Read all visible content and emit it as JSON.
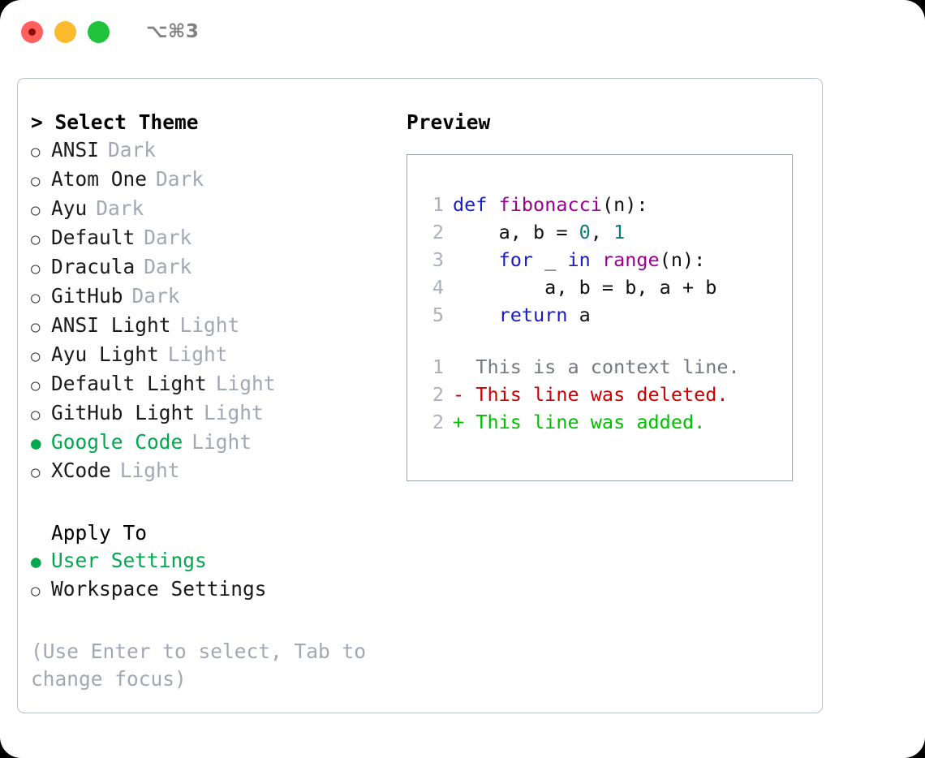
{
  "titlebar": {
    "shortcut": "⌥⌘3",
    "buttons": {
      "close": "close",
      "minimize": "minimize",
      "maximize": "maximize"
    }
  },
  "theme_section": {
    "header": "> Select Theme",
    "options": [
      {
        "marker": "○",
        "label": "ANSI",
        "variant": "Dark",
        "selected": false
      },
      {
        "marker": "○",
        "label": "Atom One",
        "variant": "Dark",
        "selected": false
      },
      {
        "marker": "○",
        "label": "Ayu",
        "variant": "Dark",
        "selected": false
      },
      {
        "marker": "○",
        "label": "Default",
        "variant": "Dark",
        "selected": false
      },
      {
        "marker": "○",
        "label": "Dracula",
        "variant": "Dark",
        "selected": false
      },
      {
        "marker": "○",
        "label": "GitHub",
        "variant": "Dark",
        "selected": false
      },
      {
        "marker": "○",
        "label": "ANSI Light",
        "variant": "Light",
        "selected": false
      },
      {
        "marker": "○",
        "label": "Ayu Light",
        "variant": "Light",
        "selected": false
      },
      {
        "marker": "○",
        "label": "Default Light",
        "variant": "Light",
        "selected": false
      },
      {
        "marker": "○",
        "label": "GitHub Light",
        "variant": "Light",
        "selected": false
      },
      {
        "marker": "●",
        "label": "Google Code",
        "variant": "Light",
        "selected": true
      },
      {
        "marker": "○",
        "label": "XCode",
        "variant": "Light",
        "selected": false
      }
    ]
  },
  "apply_section": {
    "header": "Apply To",
    "options": [
      {
        "marker": "●",
        "label": "User Settings",
        "selected": true
      },
      {
        "marker": "○",
        "label": "Workspace Settings",
        "selected": false
      }
    ]
  },
  "hint": "(Use Enter to select, Tab to change focus)",
  "preview": {
    "title": "Preview",
    "code_lines": [
      {
        "lineno": "1",
        "tokens": [
          {
            "t": "def",
            "c": "kw"
          },
          {
            "t": " ",
            "c": "pl"
          },
          {
            "t": "fibonacci",
            "c": "fn"
          },
          {
            "t": "(n):",
            "c": "pl"
          }
        ]
      },
      {
        "lineno": "2",
        "tokens": [
          {
            "t": "    a, b = ",
            "c": "pl"
          },
          {
            "t": "0",
            "c": "num"
          },
          {
            "t": ", ",
            "c": "pl"
          },
          {
            "t": "1",
            "c": "num"
          }
        ]
      },
      {
        "lineno": "3",
        "tokens": [
          {
            "t": "    ",
            "c": "pl"
          },
          {
            "t": "for",
            "c": "kw"
          },
          {
            "t": " _ ",
            "c": "pl"
          },
          {
            "t": "in",
            "c": "kw"
          },
          {
            "t": " ",
            "c": "pl"
          },
          {
            "t": "range",
            "c": "fn"
          },
          {
            "t": "(n):",
            "c": "pl"
          }
        ]
      },
      {
        "lineno": "4",
        "tokens": [
          {
            "t": "        a, b = b, a + b",
            "c": "pl"
          }
        ]
      },
      {
        "lineno": "5",
        "tokens": [
          {
            "t": "    ",
            "c": "pl"
          },
          {
            "t": "return",
            "c": "kw"
          },
          {
            "t": " a",
            "c": "pl"
          }
        ]
      }
    ],
    "diff_lines": [
      {
        "lineno": "1",
        "kind": "context",
        "text": "  This is a context line."
      },
      {
        "lineno": "2",
        "kind": "del",
        "text": "- This line was deleted."
      },
      {
        "lineno": "2",
        "kind": "add",
        "text": "+ This line was added."
      }
    ]
  },
  "colors": {
    "accent_green": "#02a84e",
    "muted": "#a0a8b4",
    "keyword": "#1a1ac7",
    "function": "#99008f",
    "number": "#0b7a85",
    "diff_deleted": "#cc0000",
    "diff_added": "#00c000",
    "border": "#9aa5b1"
  }
}
